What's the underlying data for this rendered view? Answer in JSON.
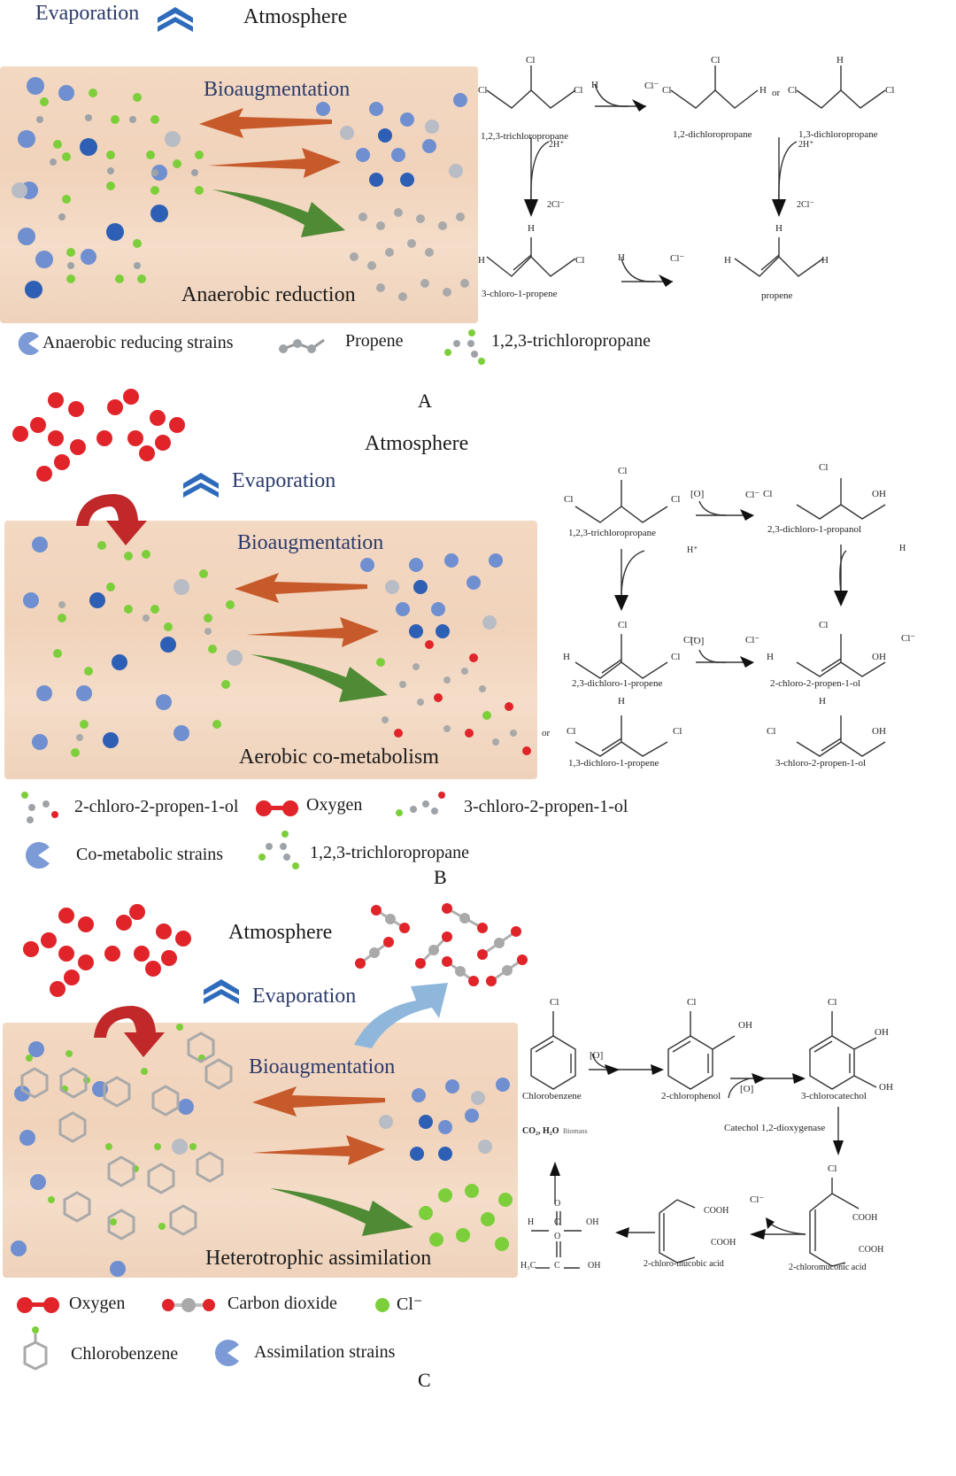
{
  "figure": {
    "panels": [
      {
        "letter": "A",
        "atmosphere": "Atmosphere",
        "evaporation": "Evaporation",
        "bioaugmentation": "Bioaugmentation",
        "process": "Anaerobic reduction",
        "legend": [
          {
            "icon": "strain-icon",
            "label": "Anaerobic reducing strains"
          },
          {
            "icon": "propene-molecule-icon",
            "label": "Propene"
          },
          {
            "icon": "trichloropropane-molecule-icon",
            "label": "1,2,3-trichloropropane"
          }
        ],
        "pathway": {
          "compounds": [
            "1,2,3-trichloropropane",
            "1,2-dichloropropane",
            "1,3-dichloropropane",
            "3-chloro-1-propene",
            "propene"
          ],
          "connector": "or",
          "reagents": {
            "h": "H",
            "cl_minus": "Cl⁻",
            "two_h_plus": "2H⁺",
            "two_cl_minus": "2Cl⁻"
          },
          "atoms": {
            "cl": "Cl",
            "h": "H"
          }
        }
      },
      {
        "letter": "B",
        "atmosphere": "Atmosphere",
        "evaporation": "Evaporation",
        "bioaugmentation": "Bioaugmentation",
        "process": "Aerobic co-metabolism",
        "legend": [
          {
            "icon": "chloropropenol-molecule-icon",
            "label": "2-chloro-2-propen-1-ol"
          },
          {
            "icon": "oxygen-molecule-icon",
            "label": "Oxygen"
          },
          {
            "icon": "chloropropenol-molecule-icon",
            "label": "3-chloro-2-propen-1-ol"
          },
          {
            "icon": "strain-icon",
            "label": "Co-metabolic strains"
          },
          {
            "icon": "trichloropropane-molecule-icon",
            "label": "1,2,3-trichloropropane"
          }
        ],
        "pathway": {
          "compounds": [
            "1,2,3-trichloropropane",
            "2,3-dichloro-1-propanol",
            "2,3-dichloro-1-propene",
            "2-chloro-2-propen-1-ol",
            "1,3-dichloro-1-propene",
            "3-chloro-2-propen-1-ol"
          ],
          "connector": "or",
          "reagents": {
            "oxidation": "[O]",
            "cl_minus": "Cl⁻",
            "h_plus": "H⁺",
            "h": "H"
          },
          "atoms": {
            "cl": "Cl",
            "h": "H",
            "oh": "OH"
          }
        }
      },
      {
        "letter": "C",
        "atmosphere": "Atmosphere",
        "evaporation": "Evaporation",
        "bioaugmentation": "Bioaugmentation",
        "process": "Heterotrophic assimilation",
        "legend": [
          {
            "icon": "oxygen-molecule-icon",
            "label": "Oxygen"
          },
          {
            "icon": "carbon-dioxide-molecule-icon",
            "label": "Carbon dioxide"
          },
          {
            "icon": "chloride-ion-icon",
            "label": "Cl⁻"
          },
          {
            "icon": "chlorobenzene-molecule-icon",
            "label": "Chlorobenzene"
          },
          {
            "icon": "strain-icon",
            "label": "Assimilation strains"
          }
        ],
        "pathway": {
          "compounds": [
            "Chlorobenzene",
            "2-chlorophenol",
            "3-chlorocatechol",
            "2-chloromuconic acid",
            "2-chloro-mucobic acid"
          ],
          "enzyme": "Catechol 1,2-dioxygenase",
          "products": "CO₂, H₂O",
          "biomass": "Biomass",
          "reagents": {
            "oxidation": "[O]",
            "cl_minus": "Cl⁻"
          },
          "atoms": {
            "cl": "Cl",
            "oh": "OH",
            "cooh": "COOH",
            "h": "H",
            "o": "O",
            "c": "C",
            "h3c": "H₃C"
          }
        }
      }
    ],
    "colors": {
      "soil": "#f2d6bf",
      "bioaug_arrow": "#c65a2a",
      "process_arrow": "#4f8a34",
      "evaporation_chevron": "#2f6bbb",
      "oxygen_red": "#e0242a",
      "chlorine_green": "#7ccf3a",
      "carbon_grey": "#a9a9a9",
      "strain_blue": "#6a8fd0",
      "strain_dark": "#2b5bb0",
      "co2_arrow": "#8fb7dc",
      "label_blue": "#2b3a6b"
    }
  }
}
